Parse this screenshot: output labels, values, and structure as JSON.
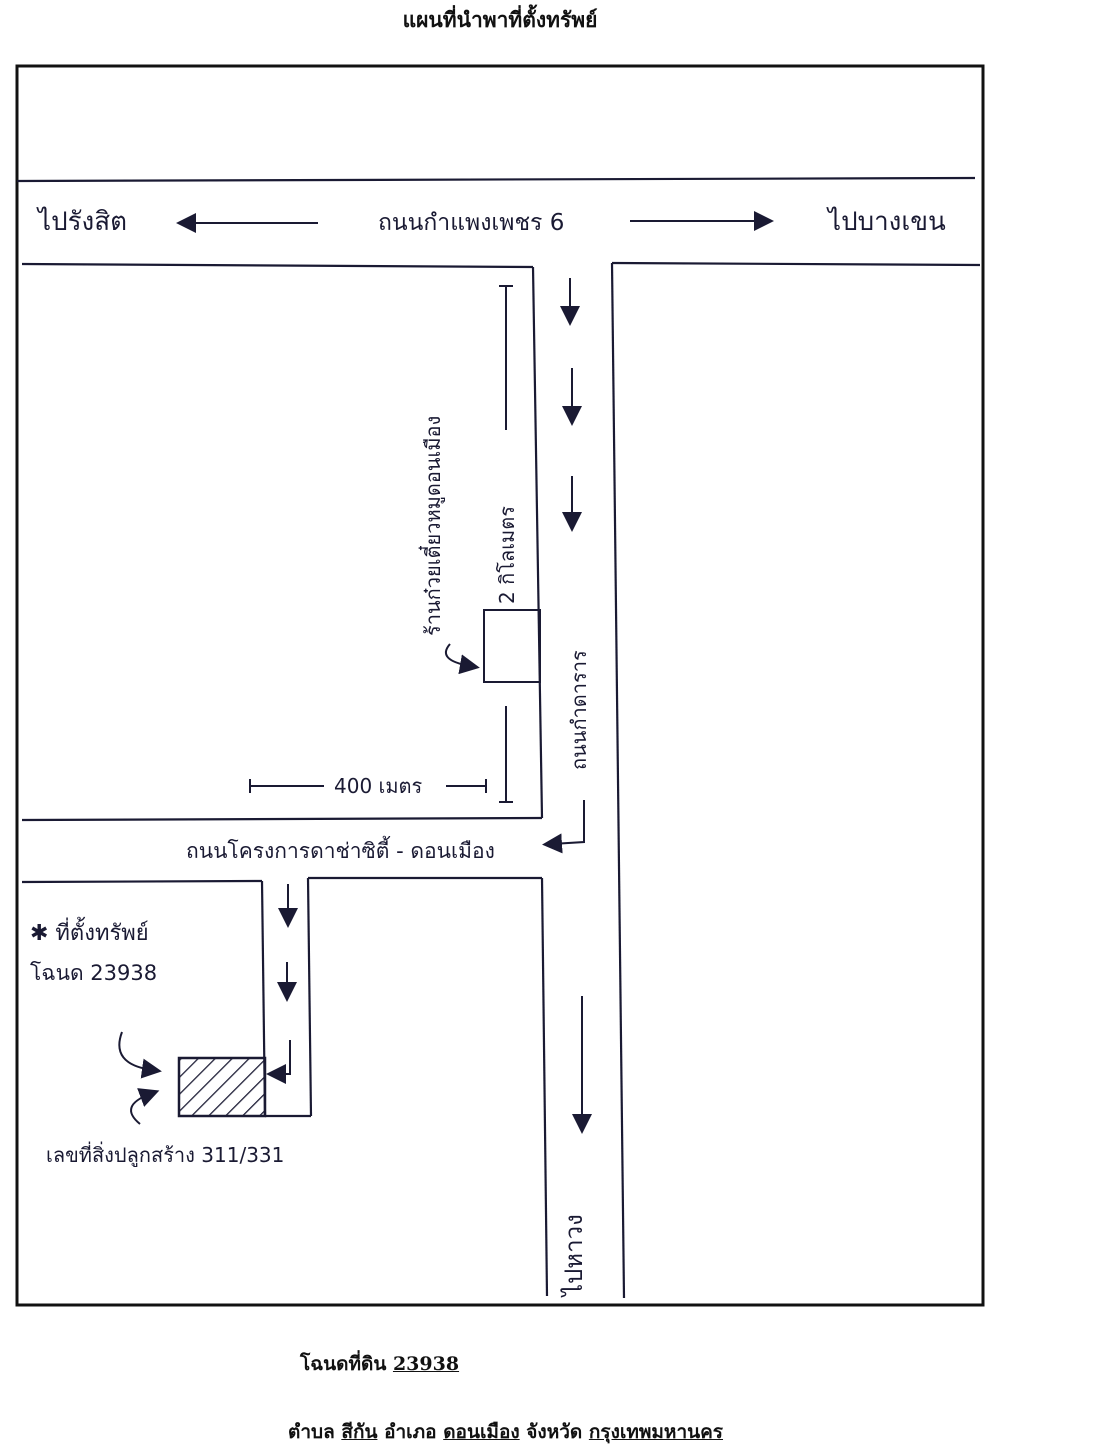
{
  "title": "แผนที่นำพาที่ตั้งทรัพย์",
  "map": {
    "road_top_name": "ถนนกำแพงเพชร 6",
    "to_left": "ไปรังสิต",
    "to_right": "ไปบางเขน",
    "road_vertical_name": "ถนนกำดาราร",
    "road_middle_name": "ถนนโครงการดาช่าซิตี้ - ดอนเมือง",
    "landmark": "ร้านก๋วยเตี๋ยวหมูดอนเมือง",
    "distance_vertical": "2 กิโลเมตร",
    "distance_horizontal": "400 เมตร",
    "property_label": "✱ ที่ตั้งทรัพย์",
    "deed_label": "โฉนด 23938",
    "house_no_label": "เลขที่สิ่งปลูกสร้าง 311/331",
    "to_bottom": "ไปหาวง"
  },
  "footer": {
    "deed_prefix": "โฉนดที่ดิน",
    "deed_no": "23938",
    "tambon_prefix": "ตำบล",
    "tambon": "สีกัน",
    "amphoe_prefix": "อำเภอ",
    "amphoe": "ดอนเมือง",
    "province_prefix": "จังหวัด",
    "province": "กรุงเทพมหานคร"
  },
  "colors": {
    "ink": "#1a1a33"
  }
}
